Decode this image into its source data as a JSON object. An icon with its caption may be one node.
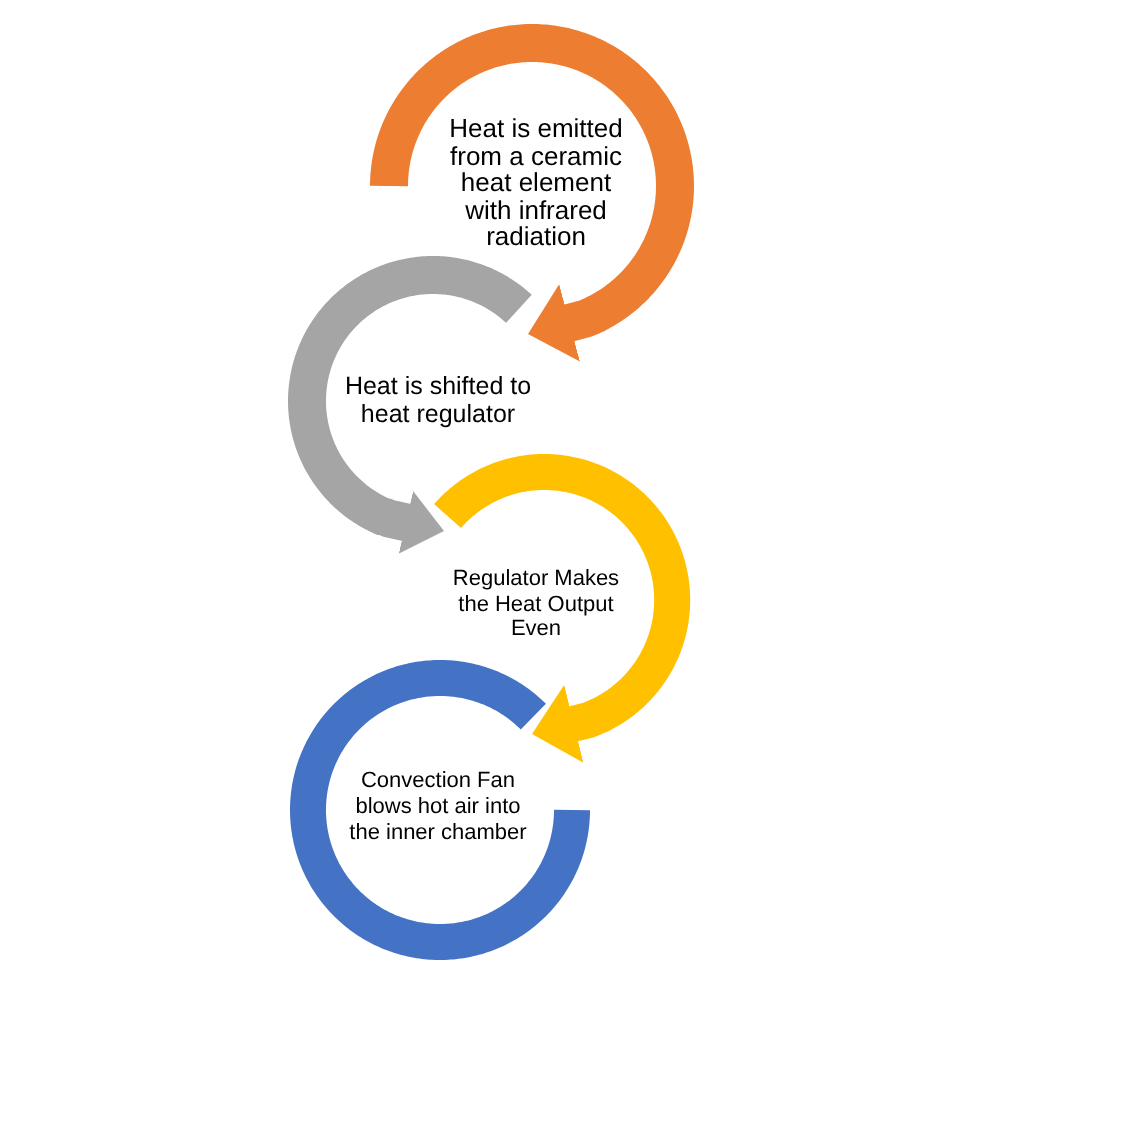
{
  "diagram": {
    "nodes": [
      {
        "text": [
          "Heat is emitted from a ceramic heat element with infrared radiation"
        ]
      },
      {
        "text": [
          "Heat is shifted to heat regulator"
        ]
      },
      {
        "text": [
          "Regulator Makes the Heat Output Even"
        ]
      },
      {
        "text": [
          "Convection Fan blows hot air into the inner chamber"
        ]
      }
    ],
    "edges": [
      {
        "from": 0,
        "to": 1,
        "arrow": "to",
        "color": "#ed7d31"
      },
      {
        "from": 1,
        "to": 2,
        "arrow": "to",
        "color": "#a5a5a5"
      },
      {
        "from": 2,
        "to": 3,
        "arrow": "to",
        "color": "#ffc000"
      }
    ]
  }
}
